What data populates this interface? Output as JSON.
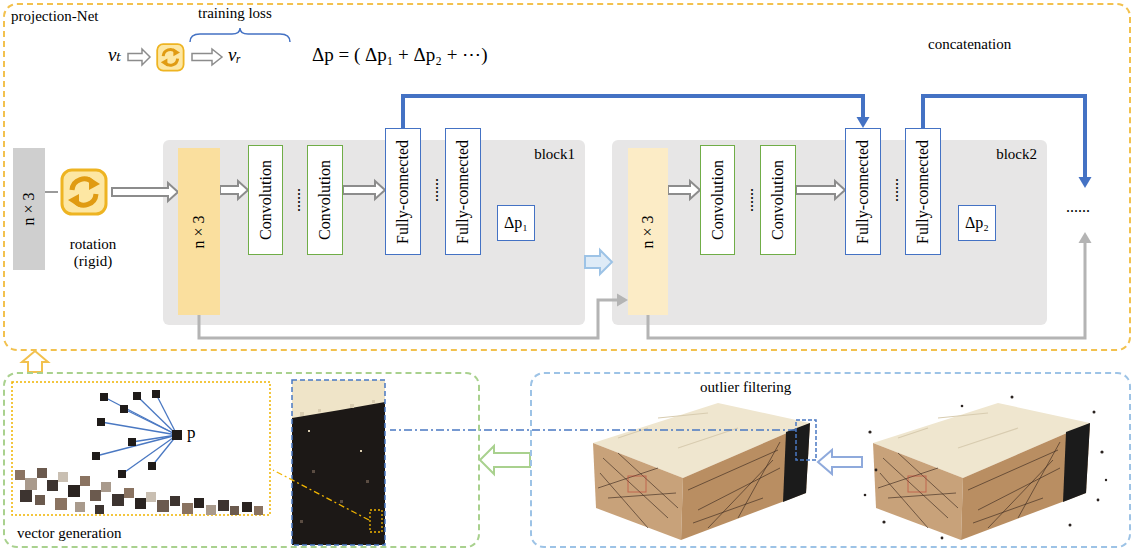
{
  "diagram": {
    "nodes": [
      {
        "text": [
          "projection-Net"
        ]
      },
      {
        "text": [
          "n × 3"
        ],
        "in": 0
      },
      {
        "text": [
          "block1"
        ],
        "in": 0
      },
      {
        "text": [
          "n × 3"
        ],
        "in": 2
      },
      {
        "text": [
          "Convolution"
        ],
        "in": 2
      },
      {
        "text": [
          "Convolution"
        ],
        "in": 2
      },
      {
        "text": [
          "Fully-connected"
        ],
        "in": 2
      },
      {
        "text": [
          "Fully-connected"
        ],
        "in": 2
      },
      {
        "text": [
          "Δp₁"
        ],
        "in": 2
      },
      {
        "text": [
          "block2"
        ],
        "in": 0
      },
      {
        "text": [
          "n × 3"
        ],
        "in": 9
      },
      {
        "text": [
          "Convolution"
        ],
        "in": 9
      },
      {
        "text": [
          "Convolution"
        ],
        "in": 9
      },
      {
        "text": [
          "Fully-connected"
        ],
        "in": 9
      },
      {
        "text": [
          "Fully-connected"
        ],
        "in": 9
      },
      {
        "text": [
          "Δp₂"
        ],
        "in": 9
      },
      {
        "text": [
          "outlier filtering"
        ]
      },
      {
        "text": [
          "vector generation"
        ]
      }
    ],
    "edges": [
      {
        "from": 1,
        "to": 3,
        "arrow": "to"
      },
      {
        "from": 3,
        "to": 4,
        "arrow": "to"
      },
      {
        "from": 5,
        "to": 6,
        "arrow": "to"
      },
      {
        "from": 6,
        "to": 13,
        "arrow": "to"
      },
      {
        "from": 2,
        "to": 9,
        "arrow": "to"
      },
      {
        "from": 3,
        "to": 10,
        "arrow": "to"
      },
      {
        "from": 10,
        "to": 11,
        "arrow": "to"
      },
      {
        "from": 12,
        "to": 13,
        "arrow": "to"
      },
      {
        "from": 16,
        "to": 17,
        "arrow": "to"
      },
      {
        "from": 17,
        "to": 0,
        "arrow": "to"
      }
    ],
    "labels": [
      "training loss",
      "vₜ",
      "vᵣ",
      "Δp = ( Δp₁ + Δp₂ + ⋯)",
      "concatenation",
      "rotation (rigid)",
      "......",
      "......",
      "......",
      "......",
      "......",
      "p"
    ]
  }
}
